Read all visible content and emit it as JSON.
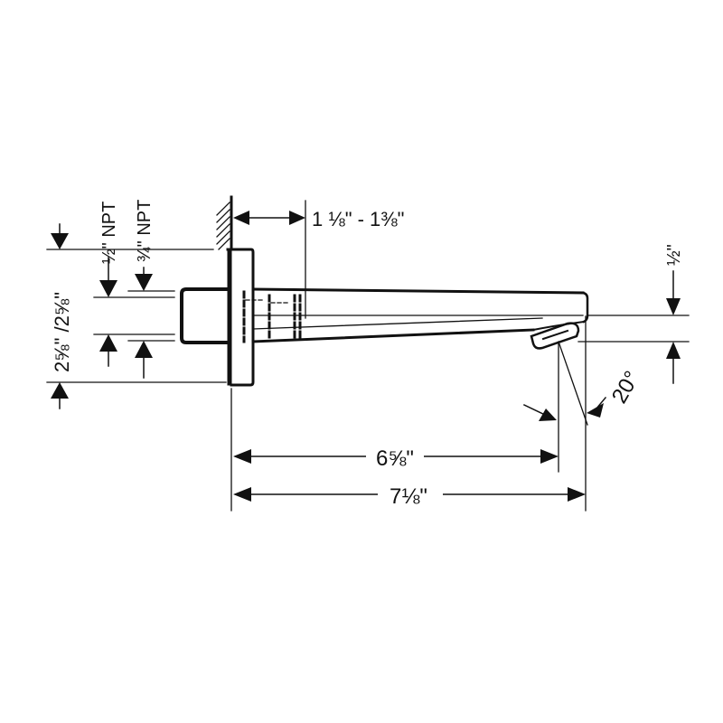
{
  "drawing": {
    "subject": "Wall-mounted tub spout, side elevation",
    "line_color": "#111111",
    "background": "#ffffff"
  },
  "dimensions": {
    "wall_offset": "1 ⅛\" - 1⅜\"",
    "spout_reach_outlet": "6⅝\"",
    "spout_overall": "7⅛\"",
    "outlet_drop": "½\"",
    "outlet_angle": "20°",
    "plate_height": "2⅝\" /2⅝\"",
    "thread_half": "½\" NPT",
    "thread_three_quarter": "¾\" NPT"
  }
}
